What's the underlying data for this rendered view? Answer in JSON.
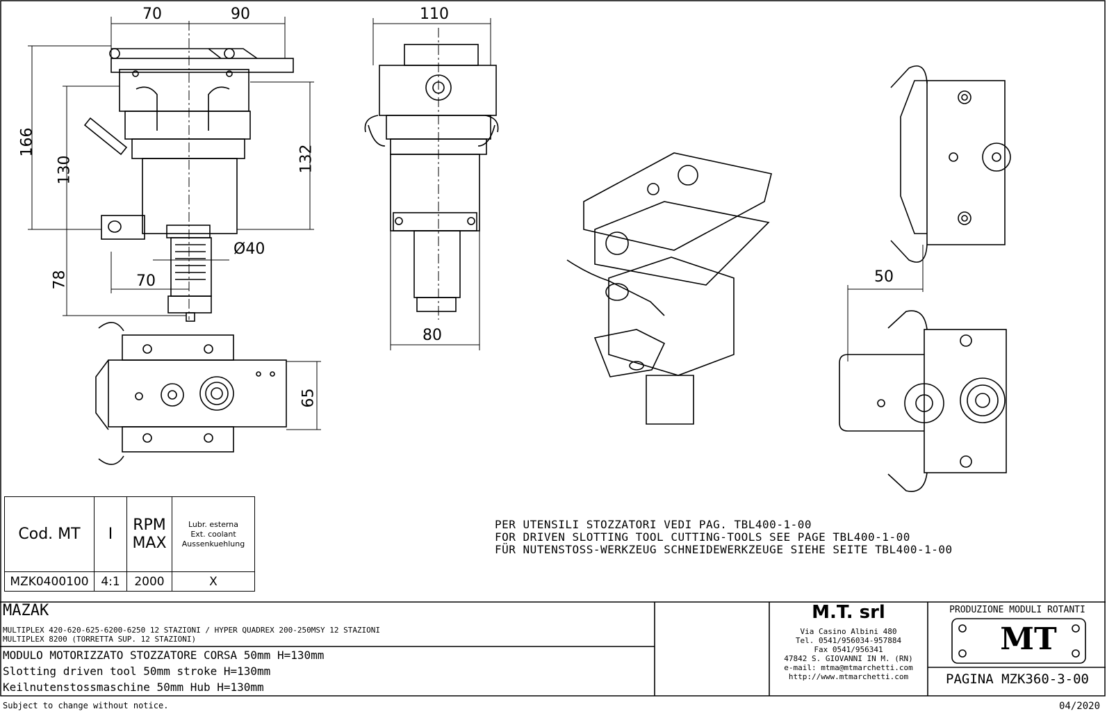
{
  "drawing": {
    "dimensions": {
      "d70_top": "70",
      "d90_top": "90",
      "d166": "166",
      "d130": "130",
      "d132": "132",
      "d78": "78",
      "d70_side": "70",
      "d_phi40": "Ø40",
      "d110": "110",
      "d80": "80",
      "d65": "65",
      "d50": "50"
    },
    "notes": [
      "PER UTENSILI STOZZATORI VEDI PAG. TBL400-1-00",
      "FOR DRIVEN SLOTTING TOOL CUTTING-TOOLS SEE PAGE TBL400-1-00",
      "FÜR NUTENSTOSS-WERKZEUG SCHNEIDEWERKZEUGE SIEHE SEITE TBL400-1-00"
    ]
  },
  "spec_table": {
    "headers": {
      "code": "Cod. MT",
      "ratio": "I",
      "rpm_line1": "RPM",
      "rpm_line2": "MAX",
      "lubr_line1": "Lubr. esterna",
      "lubr_line2": "Ext. coolant",
      "lubr_line3": "Aussenkuehlung"
    },
    "row": {
      "code": "MZK0400100",
      "ratio": "4:1",
      "rpm": "2000",
      "lubr": "X"
    }
  },
  "title_block": {
    "brand": "MAZAK",
    "models_line1": "MULTIPLEX 420-620-625-6200-6250 12 STAZIONI / HYPER QUADREX 200-250MSY 12 STAZIONI",
    "models_line2": "MULTIPLEX 8200 (TORRETTA SUP. 12 STAZIONI)",
    "desc_it": "MODULO MOTORIZZATO STOZZATORE CORSA 50mm H=130mm",
    "desc_en": "Slotting driven tool 50mm stroke H=130mm",
    "desc_de": "Keilnutenstossmaschine 50mm Hub H=130mm",
    "company": "M.T. srl",
    "address_lines": [
      "Via Casino Albini 480",
      "Tel. 0541/956034-957884",
      "Fax 0541/956341",
      "47842 S. GIOVANNI IN M. (RN)",
      "e-mail: mtma@mtmarchetti.com",
      "http://www.mtmarchetti.com"
    ],
    "production_title": "PRODUZIONE MODULI ROTANTI",
    "logo_text": "MT",
    "page": "PAGINA MZK360-3-00"
  },
  "footer": {
    "disclaimer": "Subject to change without notice.",
    "date": "04/2020"
  }
}
